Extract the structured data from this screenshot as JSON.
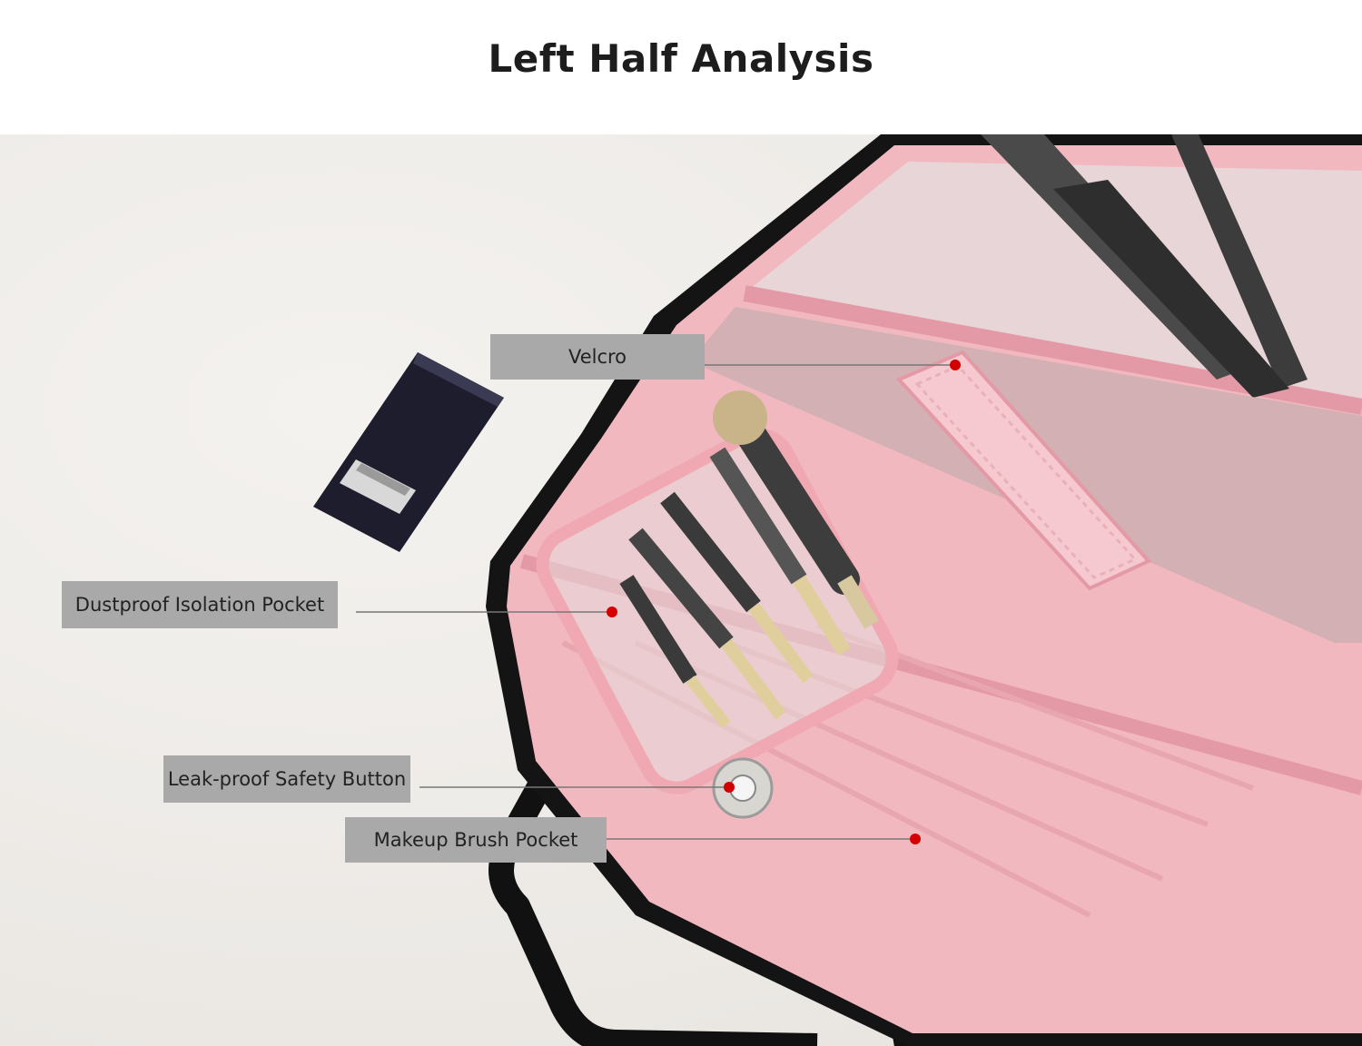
{
  "page": {
    "title": "Left Half Analysis"
  },
  "callouts": [
    {
      "id": "velcro",
      "label": "Velcro"
    },
    {
      "id": "dustproof",
      "label": "Dustproof Isolation Pocket"
    },
    {
      "id": "leakproof",
      "label": "Leak-proof Safety Button"
    },
    {
      "id": "brush",
      "label": "Makeup Brush Pocket"
    }
  ],
  "colors": {
    "pink_lining": "#f2b8c0",
    "pink_dark": "#e49aa6",
    "binding": "#141414",
    "callout_box": "#a9a9a9",
    "marker_dot": "#d40000"
  }
}
